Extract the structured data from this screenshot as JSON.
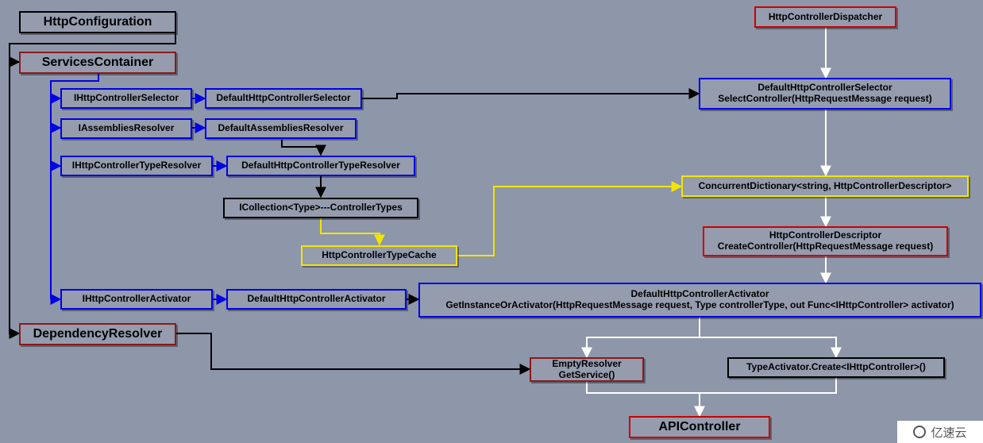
{
  "nodes": {
    "http_configuration": "HttpConfiguration",
    "services_container": "ServicesContainer",
    "dependency_resolver": "DependencyResolver",
    "ihttp_controller_selector": "IHttpControllerSelector",
    "default_http_controller_selector": "DefaultHttpControllerSelector",
    "iassemblies_resolver": "IAssembliesResolver",
    "default_assemblies_resolver": "DefaultAssembliesResolver",
    "ihttp_controller_type_resolver": "IHttpControllerTypeResolver",
    "default_http_controller_type_resolver": "DefaultHttpControllerTypeResolver",
    "icollection_controller_types": "ICollection<Type>---ControllerTypes",
    "http_controller_type_cache": "HttpControllerTypeCache",
    "ihttp_controller_activator": "IHttpControllerActivator",
    "default_http_controller_activator": "DefaultHttpControllerActivator",
    "http_controller_dispatcher": "HttpControllerDispatcher",
    "default_selector_detail": {
      "line1": "DefaultHttpControllerSelector",
      "line2": "SelectController(HttpRequestMessage request)"
    },
    "concurrent_dictionary": "ConcurrentDictionary<string, HttpControllerDescriptor>",
    "http_controller_descriptor": {
      "line1": "HttpControllerDescriptor",
      "line2": "CreateController(HttpRequestMessage request)"
    },
    "default_activator_detail": {
      "line1": "DefaultHttpControllerActivator",
      "line2": "GetInstanceOrActivator(HttpRequestMessage request, Type controllerType, out Func<IHttpController> activator)"
    },
    "empty_resolver": {
      "line1": "EmptyResolver",
      "line2": "GetService()"
    },
    "type_activator": "TypeActivator.Create<IHttpController>()",
    "api_controller": "APIController"
  },
  "watermark": "亿速云",
  "colors": {
    "background": "#8e96a9",
    "black": "#000000",
    "blue": "#0000e6",
    "red": "#cc0000",
    "dark_red": "#8b1a1a",
    "yellow": "#f2e600",
    "white": "#ffffff"
  }
}
